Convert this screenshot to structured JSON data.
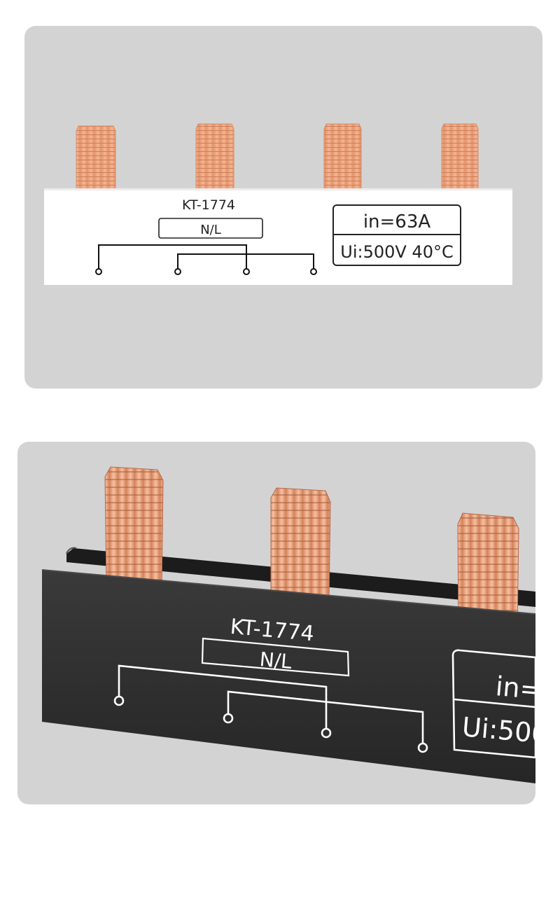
{
  "top_view": {
    "model": "KT-1774",
    "phase": "N/L",
    "rating_current": "in=63A",
    "rating_voltage": "Ui:500V 40°C"
  },
  "bottom_view": {
    "model": "KT-1774",
    "phase": "N/L",
    "rating_current_partial": "in=",
    "rating_voltage_partial": "Ui:500"
  },
  "colors": {
    "panel_bg": "#d4d3d4",
    "copper": "#f0a47e",
    "copper_dark": "#c97a58",
    "white_bar": "#ffffff",
    "black_bar": "#2e2e2e"
  }
}
